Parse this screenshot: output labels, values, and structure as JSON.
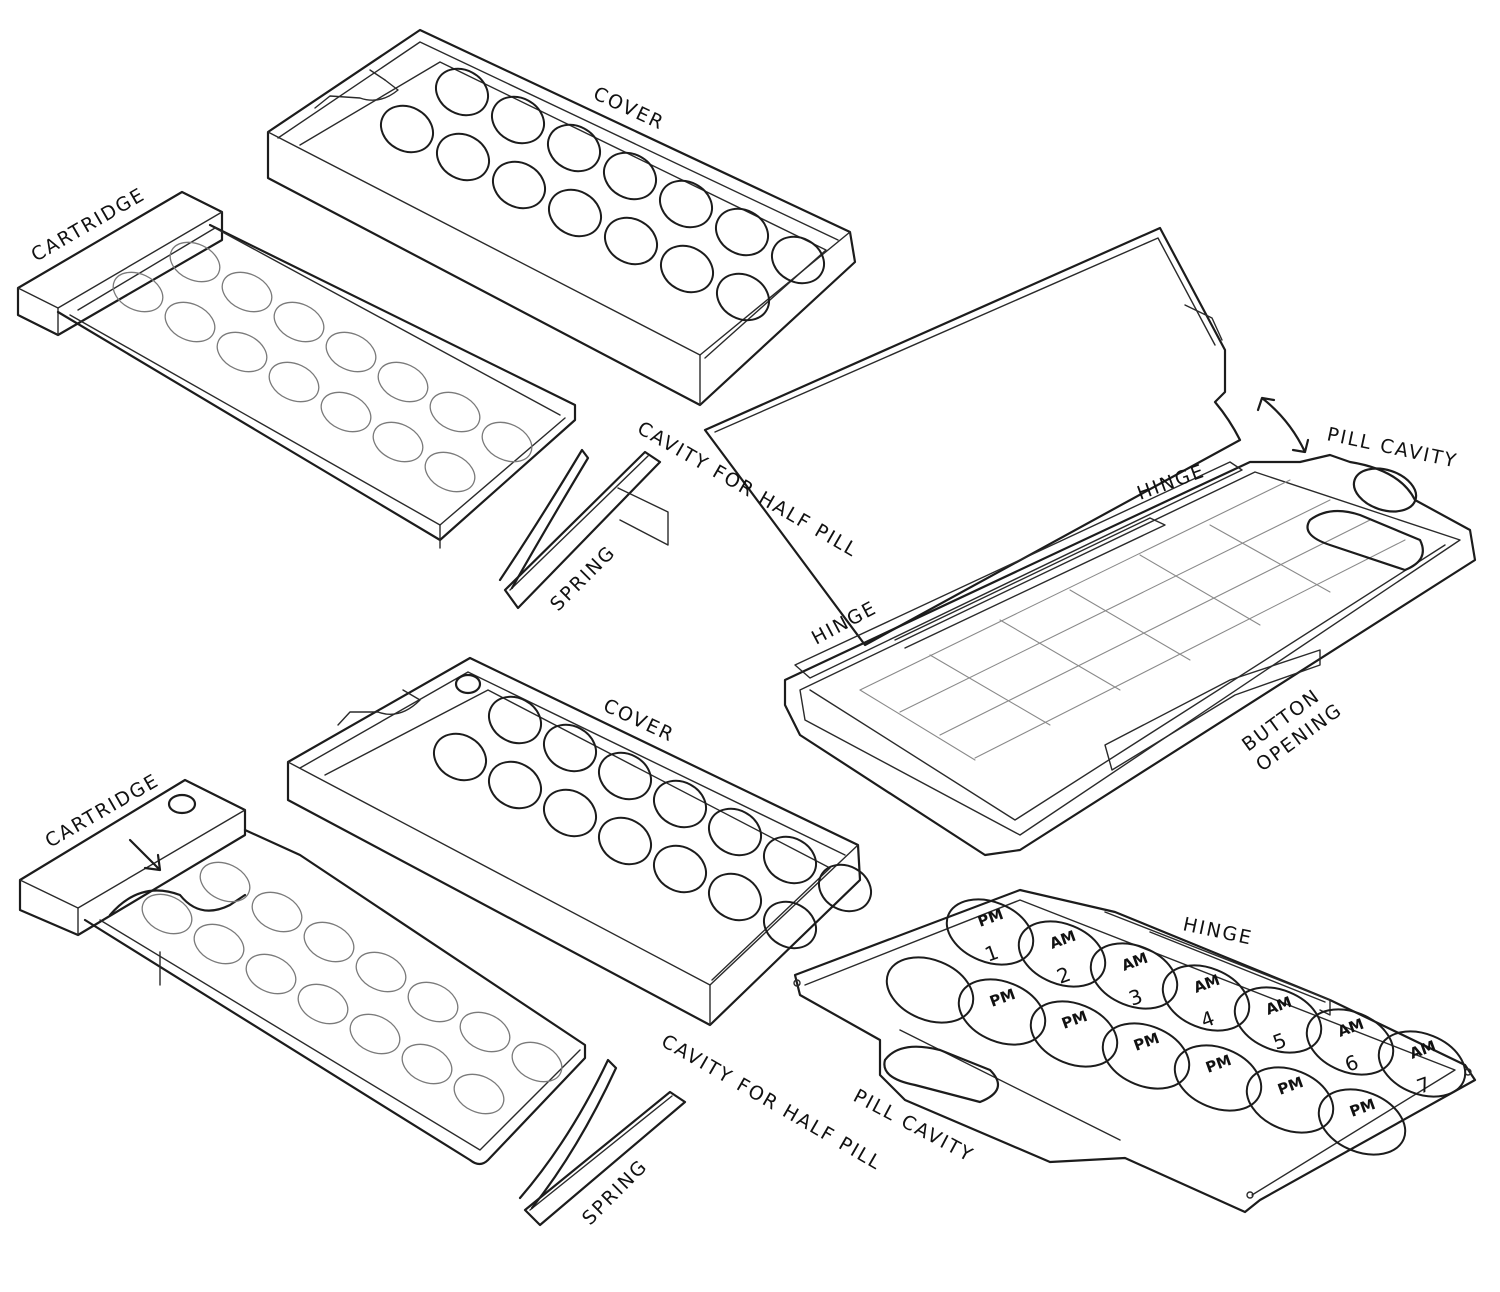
{
  "labels": {
    "cover_top": "COVER",
    "cartridge_top": "CARTRIDGE",
    "cavity_half_pill_top": "CAVITY FOR HALF PILL",
    "spring_top": "SPRING",
    "hinge_upper": "HINGE",
    "hinge_lower": "HINGE",
    "pill_cavity_right": "PILL CAVITY",
    "button_opening_line1": "BUTTON",
    "button_opening_line2": "OPENING",
    "cover_bottom": "COVER",
    "cartridge_bottom": "CARTRIDGE",
    "cavity_half_pill_bottom": "CAVITY FOR HALF PILL",
    "spring_bottom": "SPRING",
    "hinge_tray": "HINGE",
    "pill_cavity_tray": "PILL CAVITY"
  },
  "tray_markings": {
    "am": "AM",
    "pm": "PM",
    "days": [
      "1",
      "2",
      "3",
      "4",
      "5",
      "6",
      "7"
    ]
  },
  "colors": {
    "ink": "#1c1c1c",
    "faint_ink": "#8a8a8a",
    "paper": "#ffffff"
  }
}
